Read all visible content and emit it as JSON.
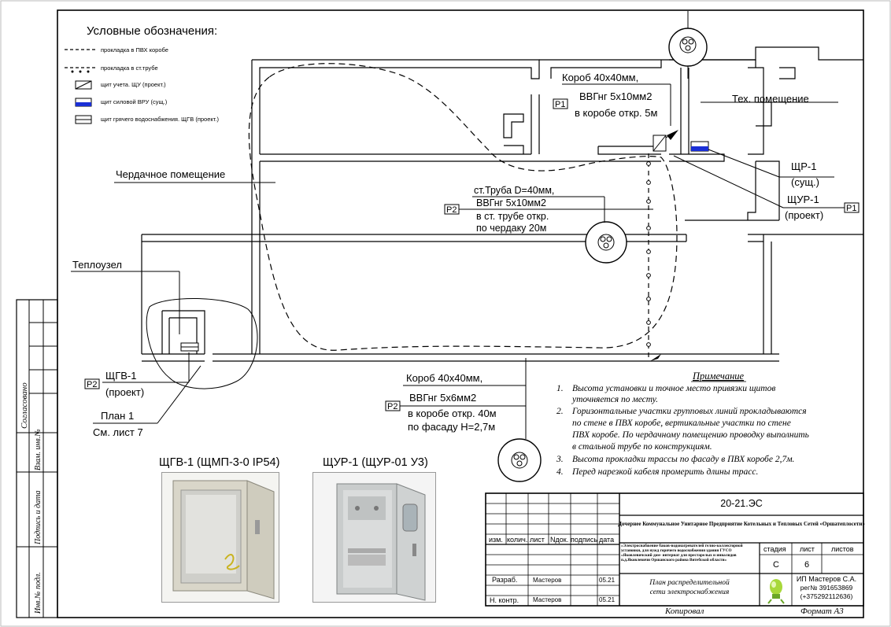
{
  "legend": {
    "title": "Условные обозначения:",
    "items": [
      "прокладка в ПВХ коробе",
      "прокладка в ст.трубе",
      "щит учета. ЩУ (проект.)",
      "щит силовой ВРУ (сущ.)",
      "щит грячего водоснабжения. ЩГВ (проект.)"
    ]
  },
  "labels": {
    "attic": "Чердачное помещение",
    "teplouzel": "Теплоузел",
    "tech_room": "Тех. помещение",
    "shgv1": "ЩГВ-1",
    "shgv1_proj": "(проект)",
    "plan1": "План 1",
    "plan1_sheet": "См. лист 7",
    "shr1": "ЩР-1",
    "shr1_exist": "(сущ.)",
    "shur1": "ЩУР-1",
    "shur1_proj": "(проект)"
  },
  "callout_top": {
    "tag": "Р1",
    "line1": "Короб 40х40мм,",
    "line2": "ВВГнг 5х10мм2",
    "line3": "в коробе откр. 5м"
  },
  "callout_mid": {
    "tag": "Р2",
    "line1": "ст.Труба D=40мм,",
    "line2": "ВВГнг 5х10мм2",
    "line3": "в  ст. трубе откр.",
    "line4": "по чердаку 20м"
  },
  "callout_bottom": {
    "tag": "Р2",
    "line1": "Короб 40х40мм,",
    "line2": "ВВГнг 5х6мм2",
    "line3": "в коробе откр. 40м",
    "line4": "по фасаду Н=2,7м"
  },
  "p1_right_tag": "Р1",
  "p2_left_tag": "Р2",
  "notes": {
    "title": "Примечание",
    "items": [
      {
        "num": "1.",
        "lines": [
          "Высота установки и точное место привязки щитов",
          "уточняется по месту."
        ]
      },
      {
        "num": "2.",
        "lines": [
          "Горизонтальные участки групповых линий прокладываются",
          "по стене в ПВХ коробе, вертикальные участки по стене",
          "ПВХ коробе. По чердачному помещению проводку выполнить",
          "в стальной трубе по конструкциям."
        ]
      },
      {
        "num": "3.",
        "lines": [
          "Высота прокладки трассы по фасаду в ПВХ коробе  2,7м."
        ]
      },
      {
        "num": "4.",
        "lines": [
          "Перед нарезкой кабеля промерить длины трасс."
        ]
      }
    ]
  },
  "photos": {
    "left_caption": "ЩГВ-1 (ЩМП-3-0 IP54)",
    "right_caption": "ЩУР-1 (ЩУР-01 У3)"
  },
  "side_stamp": {
    "agreed": "Согласовано",
    "inv_vzam": "Взам. инв.№",
    "signature_date": "Подпись и дата",
    "inv_podl": "Инв.№ подл."
  },
  "title_block": {
    "doc_code": "20-21.ЭС",
    "org": "Дочернее Коммунальное Унитарное Предприятие Котельных и Тепловых Сетей «Оршатеплосети»",
    "project_desc": "«Электроснабжение бакoв-водонагревателей гелио-коллекторной установки, для нужд горячего водоснабжения здания ГУСО «Яковлевичский дом- интернат для престарелых и инвалидов п.д.Яковлевичи Оршанского района Витебской области»",
    "sheet_title_line1": "План распределительной",
    "sheet_title_line2": "сети электроснабжения",
    "header_cols": [
      "изм.",
      "колич.",
      "лист",
      "Nдок.",
      "подпись",
      "дата"
    ],
    "stage_label": "стадия",
    "sheet_label": "лист",
    "sheets_label": "листов",
    "stage_value": "С",
    "sheet_value": "6",
    "sheets_value": "",
    "role1": "Разраб.",
    "role1_name": "Мастеров",
    "role1_date": "05.21",
    "role2": "Н. контр.",
    "role2_name": "Мастеров",
    "role2_date": "05.21",
    "company_line1": "ИП Мастеров С.А.",
    "company_line2": "рег№ 391653869",
    "company_line3": "(+375292112636)",
    "copied": "Копировал",
    "format": "Формат  А3"
  }
}
